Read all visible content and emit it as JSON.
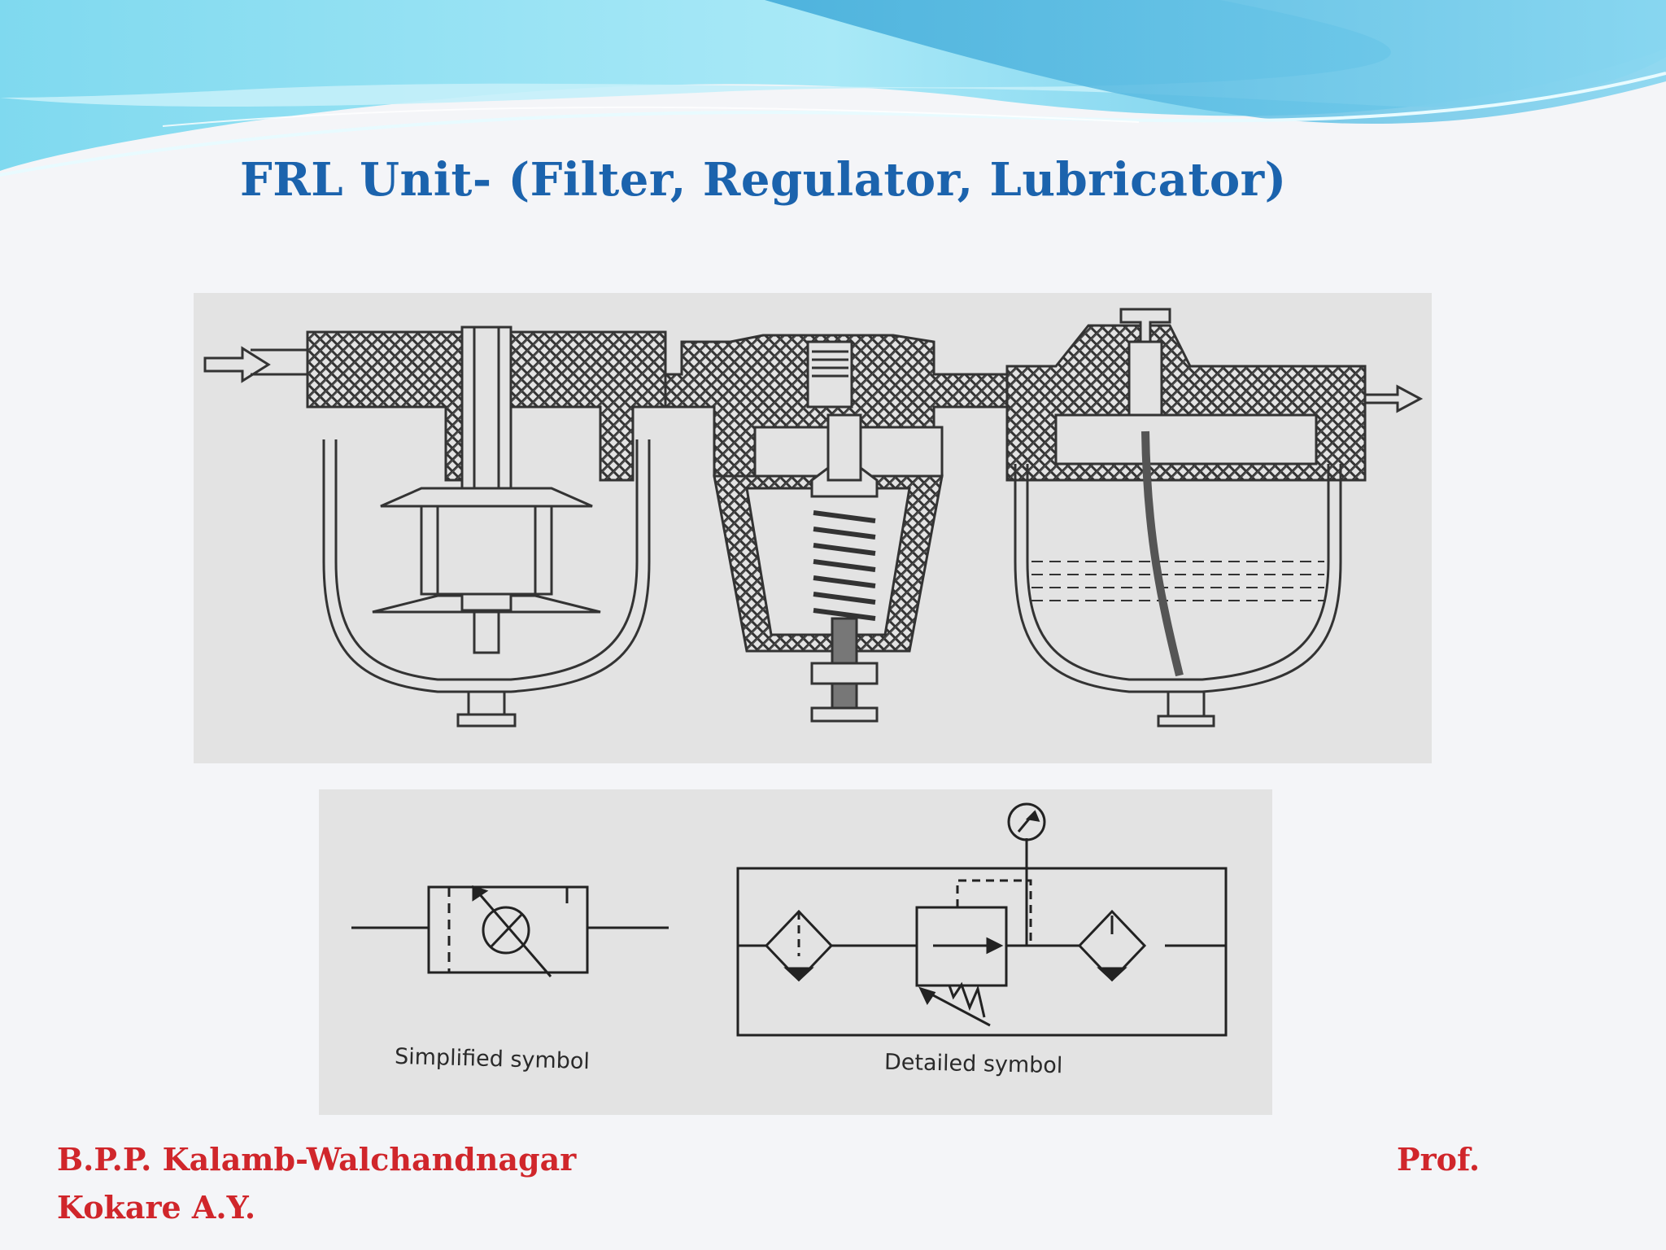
{
  "slide": {
    "title": "FRL Unit- (Filter, Regulator, Lubricator)",
    "colors": {
      "title": "#1b63ad",
      "footer": "#d0262b",
      "wave_light": "#9fe4f4",
      "wave_dark": "#4fb4e0"
    }
  },
  "figure": {
    "captions": {
      "simplified": "Simplified symbol",
      "detailed": "Detailed symbol"
    }
  },
  "footer": {
    "institute": "B.P.P. Kalamb-Walchandnagar",
    "title_prefix": "Prof.",
    "author": "Kokare A.Y."
  }
}
